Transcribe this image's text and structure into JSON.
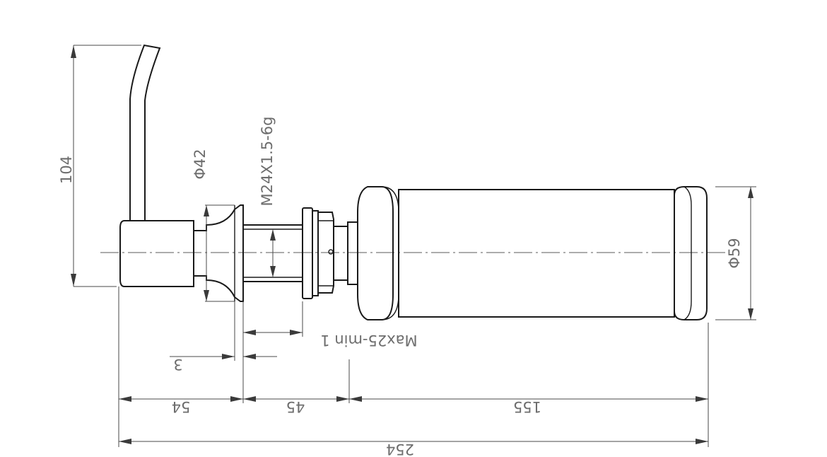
{
  "drawing": {
    "dimensions": {
      "height_total": "104",
      "pump_head_diameter": "Φ42",
      "thread": "M24X1.5-6g",
      "bottle_diameter": "Φ59",
      "counter_thickness": "Max25-min 1",
      "gap": "3",
      "head_length": "54",
      "shank_length": "45",
      "bottle_length": "155",
      "overall_length": "254"
    }
  }
}
